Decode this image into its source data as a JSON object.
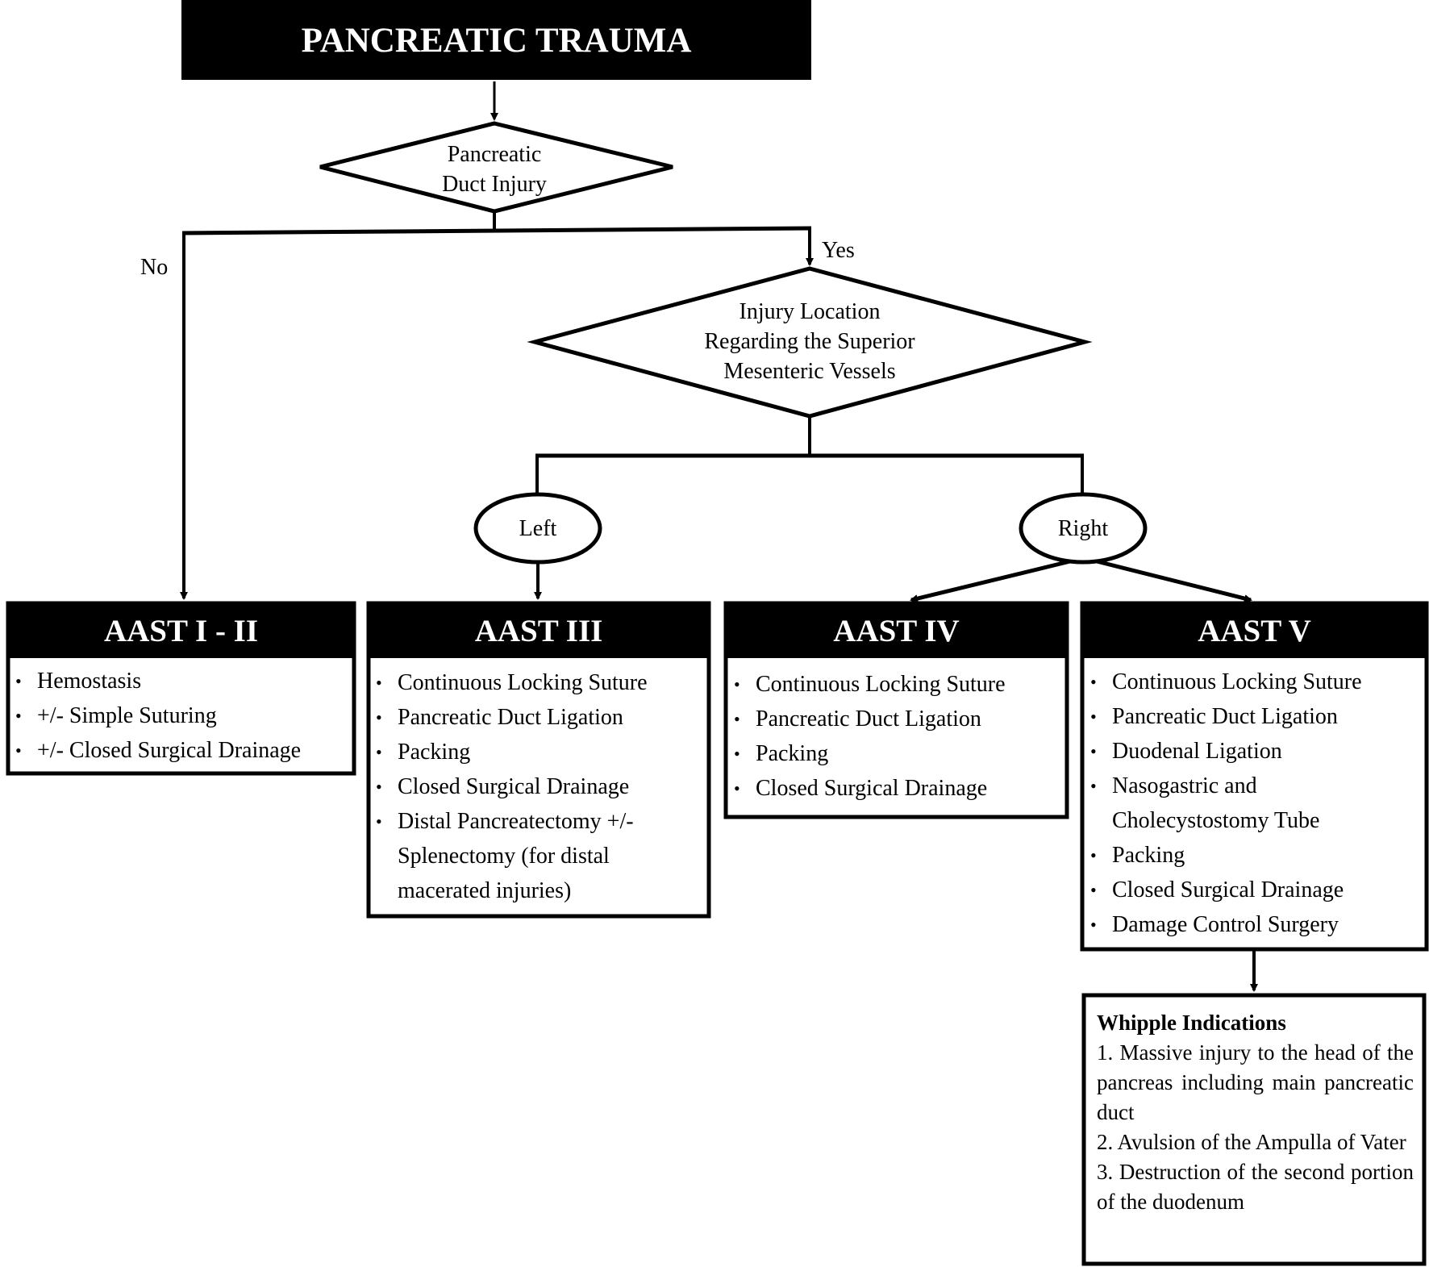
{
  "title": "PANCREATIC TRAUMA",
  "decision_duct": {
    "lines": [
      "Pancreatic",
      "Duct Injury"
    ]
  },
  "edge_labels": {
    "no": "No",
    "yes": "Yes"
  },
  "decision_location": {
    "lines": [
      "Injury Location",
      "Regarding the Superior",
      "Mesenteric Vessels"
    ]
  },
  "branches": {
    "left": "Left",
    "right": "Right"
  },
  "cards": [
    {
      "header": "AAST I - II",
      "items": [
        "Hemostasis",
        "+/- Simple Suturing",
        "+/- Closed Surgical Drainage"
      ]
    },
    {
      "header": "AAST III",
      "items": [
        "Continuous Locking Suture",
        "Pancreatic Duct Ligation",
        "Packing",
        "Closed Surgical Drainage",
        "Distal Pancreatectomy +/- Splenectomy (for distal macerated injuries)"
      ]
    },
    {
      "header": "AAST IV",
      "items": [
        "Continuous Locking Suture",
        "Pancreatic Duct Ligation",
        "Packing",
        "Closed Surgical Drainage"
      ]
    },
    {
      "header": "AAST V",
      "items": [
        "Continuous Locking Suture",
        "Pancreatic Duct Ligation",
        "Duodenal Ligation",
        "Nasogastric and Cholecystostomy Tube",
        "Packing",
        "Closed Surgical Drainage",
        "Damage Control Surgery"
      ]
    }
  ],
  "bullet_glyph": "•",
  "whipple": {
    "title": "Whipple Indications",
    "items": [
      "1. Massive injury to the head of the pancreas including main pancreatic duct",
      "2. Avulsion of the Ampulla of Vater",
      "3. Destruction of the second portion of the duodenum"
    ]
  },
  "colors": {
    "ink": "#000000",
    "background": "#ffffff",
    "header_text": "#ffffff"
  }
}
